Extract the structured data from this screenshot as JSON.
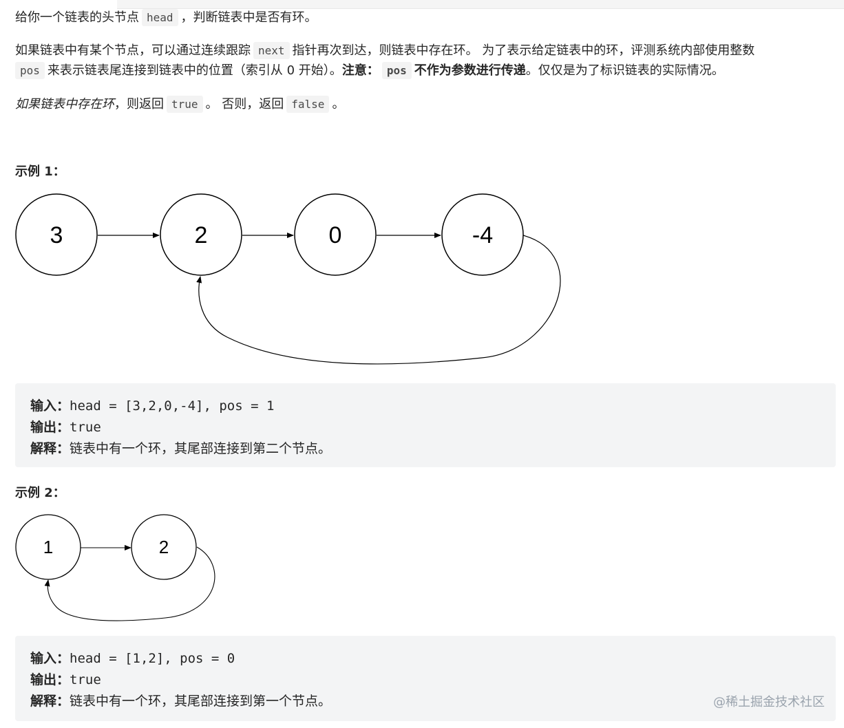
{
  "intro": {
    "l1_a": "给你一个链表的头节点",
    "l1_code": "head",
    "l1_b": "，判断链表中是否有环。",
    "l2_a": "如果链表中有某个节点，可以通过连续跟踪",
    "l2_code": "next",
    "l2_b": "指针再次到达，则链表中存在环。 为了表示给定链表中的环，评测系统内部使用整数",
    "l3_code1": "pos",
    "l3_a": "来表示链表尾连接到链表中的位置（索引从 0 开始）。",
    "l3_note": "注意：",
    "l3_code2": "pos",
    "l3_bold": "不作为参数进行传递",
    "l3_b": "。仅仅是为了标识链表的实际情况。",
    "l4_italic": "如果链表中存在环",
    "l4_a": "，则返回",
    "l4_code1": "true",
    "l4_b": "。 否则，返回",
    "l4_code2": "false",
    "l4_c": "。"
  },
  "example1": {
    "heading": "示例 1：",
    "nodes": [
      "3",
      "2",
      "0",
      "-4"
    ],
    "input_label": "输入：",
    "input": "head = [3,2,0,-4], pos = 1",
    "output_label": "输出：",
    "output": "true",
    "explain_label": "解释：",
    "explain": "链表中有一个环，其尾部连接到第二个节点。"
  },
  "example2": {
    "heading": "示例 2：",
    "nodes": [
      "1",
      "2"
    ],
    "input_label": "输入：",
    "input": "head = [1,2], pos = 0",
    "output_label": "输出：",
    "output": "true",
    "explain_label": "解释：",
    "explain": "链表中有一个环，其尾部连接到第一个节点。"
  },
  "watermark": "@稀土掘金技术社区"
}
